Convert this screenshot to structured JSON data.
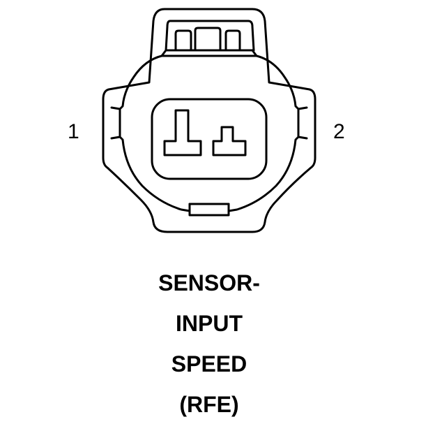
{
  "pins": {
    "left": "1",
    "right": "2"
  },
  "caption": {
    "line1": "SENSOR-",
    "line2": "INPUT",
    "line3": "SPEED",
    "line4": "(RFE)"
  },
  "colors": {
    "line": "#000000",
    "background": "#ffffff"
  }
}
